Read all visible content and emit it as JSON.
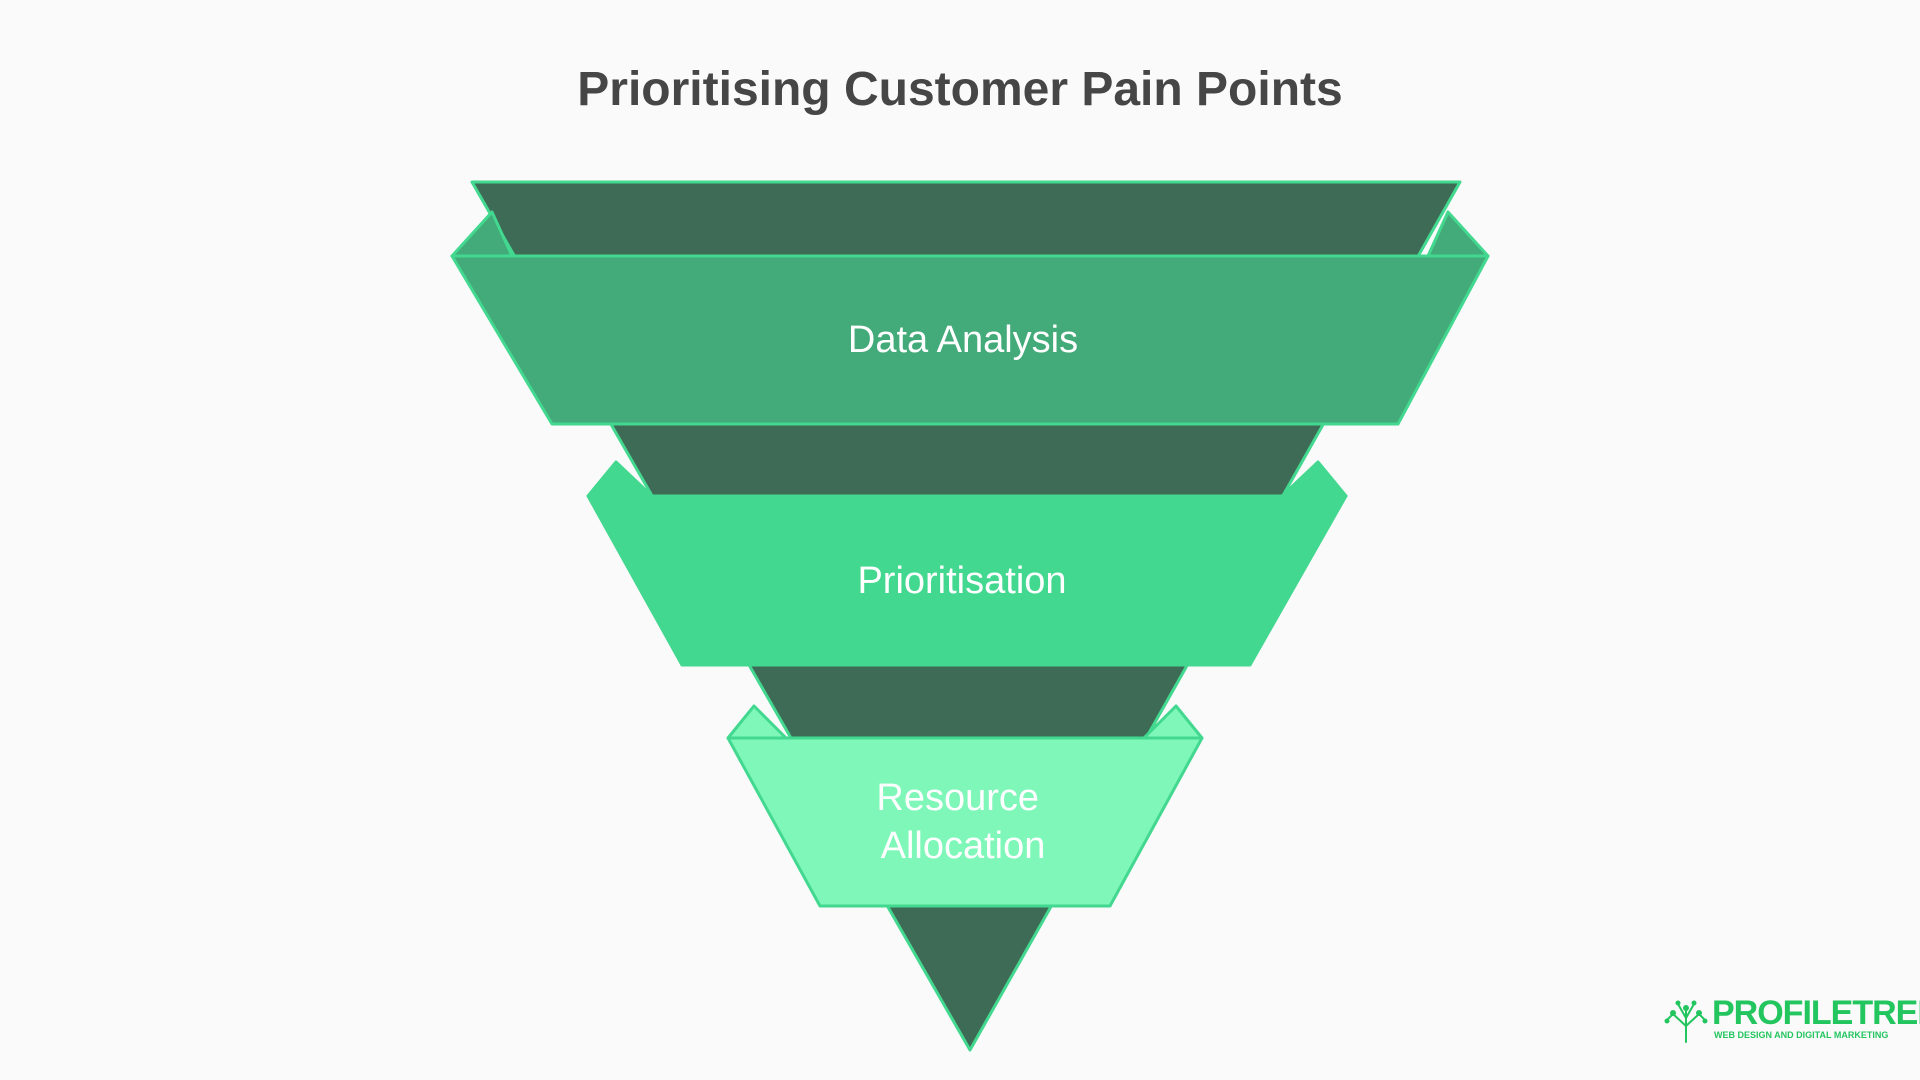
{
  "title": "Prioritising Customer Pain Points",
  "stages": [
    {
      "lines": [
        "Data Analysis"
      ],
      "color": "#43aa79"
    },
    {
      "lines": [
        "Prioritisation"
      ],
      "color": "#43d88f"
    },
    {
      "lines": [
        "Resource",
        "Allocation"
      ],
      "color": "#7ef7b8"
    }
  ],
  "colors": {
    "background": "#fafafa",
    "funnel_back": "#3e6b56",
    "outline": "#43d88f",
    "title": "#464646"
  },
  "logo": {
    "name": "PROFILETREE",
    "tagline": "WEB DESIGN AND DIGITAL MARKETING",
    "icon": "tree-icon"
  }
}
